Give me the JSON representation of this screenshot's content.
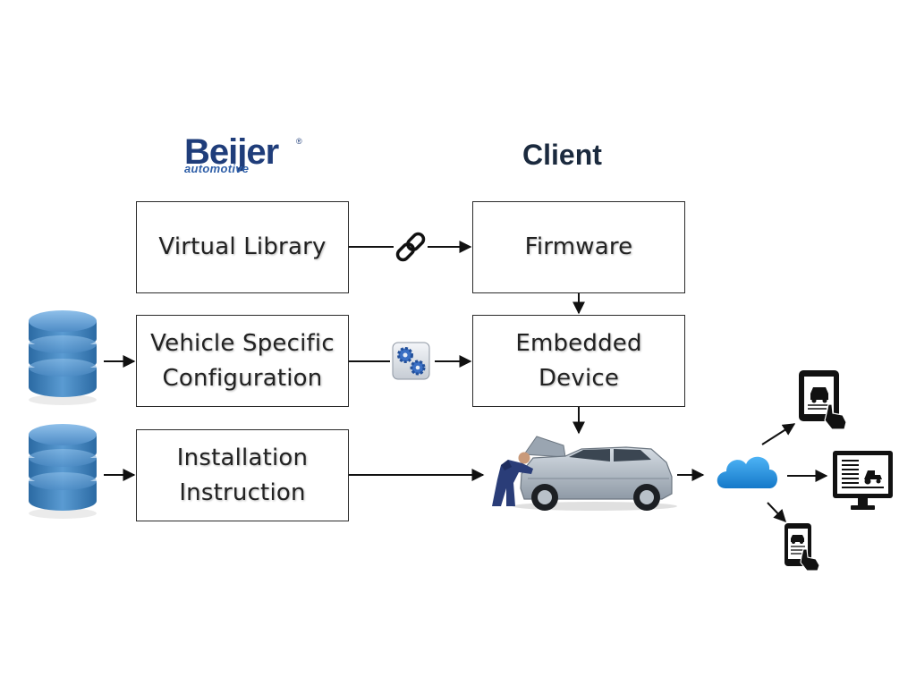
{
  "header": {
    "logo_word": "Beijer",
    "logo_sub": "automotive",
    "logo_reg": "®",
    "client_label": "Client"
  },
  "boxes": {
    "virtual_library": "Virtual Library",
    "vehicle_config": "Vehicle Specific\nConfiguration",
    "installation": "Installation\nInstruction",
    "firmware": "Firmware",
    "embedded_device": "Embedded\nDevice"
  },
  "icons": {
    "link": "chain-link-icon",
    "gears": "gears-icon",
    "database": "database-icon",
    "mechanic": "mechanic-icon",
    "car": "car-icon",
    "cloud": "cloud-icon",
    "tablet": "tablet-touch-icon",
    "monitor": "monitor-icon",
    "phone": "phone-touch-icon"
  },
  "colors": {
    "brand_blue": "#1f3d7a",
    "client_text": "#1b2a3e",
    "database_blue": "#3f7fb8",
    "cloud_blue": "#1e8fe0",
    "car_silver": "#a9b3bd",
    "mechanic_blue": "#2a3d78",
    "gears_blue": "#3a6fc4",
    "device_dark": "#111111"
  }
}
